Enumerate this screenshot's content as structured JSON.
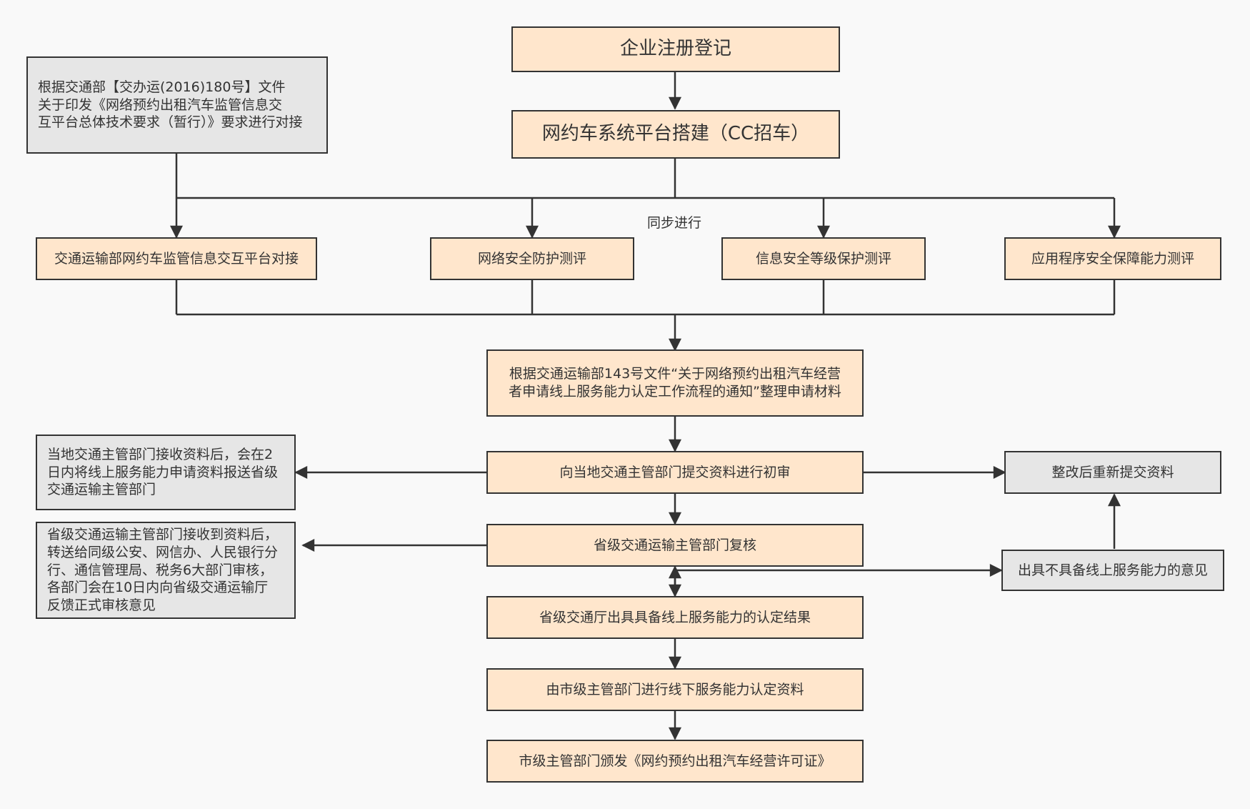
{
  "nodes": {
    "register": "企业注册登记",
    "platform": "网约车系统平台搭建（CC招车）",
    "doc180": "根据交通部【交办运(2016)180号】文件\n关于印发《网络预约出租汽车监管信息交\n互平台总体技术要求（暂行）》要求进行对接",
    "p1": "交通运输部网约车监管信息交互平台对接",
    "p2": "网络安全防护测评",
    "p3": "信息安全等级保护测评",
    "p4": "应用程序安全保障能力测评",
    "doc143": "根据交通运输部143号文件“关于网络预约出租汽车经营\n者申请线上服务能力认定工作流程的通知”整理申请材料",
    "submit": "向当地交通主管部门提交资料进行初审",
    "localNote": "当地交通主管部门接收资料后，会在2\n日内将线上服务能力申请资料报送省级\n交通运输主管部门",
    "resubmit": "整改后重新提交资料",
    "review": "省级交通运输主管部门复核",
    "provNote": "省级交通运输主管部门接收到资料后，\n转送给同级公安、网信办、人民银行分\n行、通信管理局、税务6大部门审核，\n各部门会在10日内向省级交通运输厅\n反馈正式审核意见",
    "notCapable": "出具不具备线上服务能力的意见",
    "capable": "省级交通厅出具具备线上服务能力的认定结果",
    "cityOffline": "由市级主管部门进行线下服务能力认定资料",
    "license": "市级主管部门颁发《网约预约出租汽车经营许可证》"
  },
  "labels": {
    "sync": "同步进行"
  },
  "colors": {
    "process": "#ffe6cc",
    "note": "#e6e6e6",
    "stroke": "#333333",
    "background": "#f9f9f9"
  }
}
